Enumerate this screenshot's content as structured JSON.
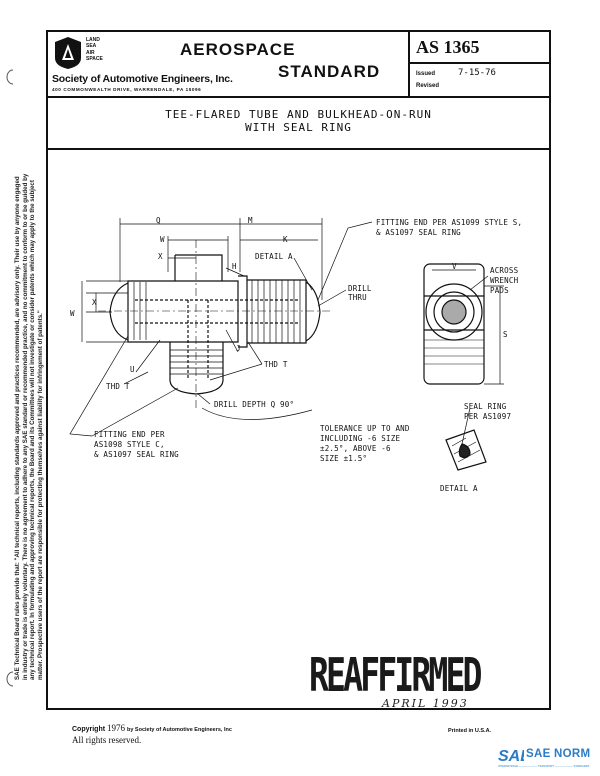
{
  "header": {
    "org_name": "Society of Automotive Engineers, Inc.",
    "org_address": "400 COMMONWEALTH DRIVE, WARRENDALE, PA  15096",
    "logo_words": [
      "LAND",
      "SEA",
      "AIR",
      "SPACE"
    ],
    "title_line1": "AEROSPACE",
    "title_line2": "STANDARD",
    "doc_number": "AS 1365",
    "issued_label": "Issued",
    "issued_date": "7-15-76",
    "revised_label": "Revised"
  },
  "doc_title": {
    "line1": "TEE-FLARED TUBE AND BULKHEAD-ON-RUN",
    "line2": "WITH SEAL RING"
  },
  "drawing": {
    "q": "Q",
    "m": "M",
    "w_top": "W",
    "k": "K",
    "x_top": "X",
    "h": "H",
    "detail_a_ref": "DETAIL A",
    "x_left": "X",
    "w_left": "W",
    "drill_thru": [
      "DRILL",
      "THRU"
    ],
    "j": "J",
    "u": "U",
    "thd_t_left": "THD T",
    "thd_t_right": "THD T",
    "drill_depth": "DRILL DEPTH Q  90°",
    "fitting_s": [
      "FITTING END PER AS1099 STYLE S,",
      "& AS1097 SEAL RING"
    ],
    "fitting_c": [
      "FITTING END PER",
      "AS1098 STYLE C,",
      "& AS1097 SEAL RING"
    ],
    "tolerance": [
      "TOLERANCE UP TO AND",
      "INCLUDING -6 SIZE",
      "±2.5°, ABOVE -6",
      "SIZE ±1.5°"
    ],
    "v": "V",
    "across": [
      "ACROSS",
      "WRENCH",
      "PADS"
    ],
    "s": "S",
    "seal_ring": [
      "SEAL RING",
      "PER AS1097"
    ],
    "detail_a": "DETAIL A"
  },
  "side_note": [
    "SAE Technical Board rules provide that: \"All technical reports, including standards approved and practices recommended, are advisory only. Their use by anyone engaged",
    "in industry or trade is entirely voluntary. There is no agreement to adhere to any SAE standard or recommended practice, and no commitment to conform to or be guided by",
    "any technical report. In formulating and approving technical reports, the Board and its Committees will not investigate or consider patents which may apply to the subject",
    "matter. Prospective users of the report are responsible for protecting themselves against liability for infringement of patents.\""
  ],
  "stamp": {
    "text": "REAFFIRMED",
    "date": "APRIL 1993"
  },
  "footer": {
    "copyright_prefix": "Copyright",
    "copyright_year": "1976",
    "copyright_by": "by Society of Automotive Engineers, Inc",
    "rights": "All rights reserved.",
    "printed": "Printed in U.S.A.",
    "brand": "SAE NORM",
    "brand_sub": "INTERNATIONAL ——————— TRANSPORT ——————— STANDARDS"
  }
}
